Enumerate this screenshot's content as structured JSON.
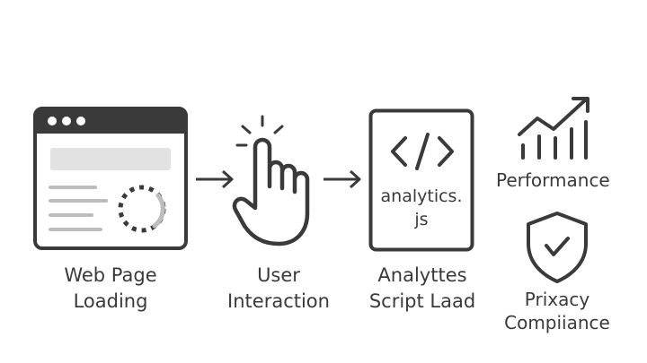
{
  "steps": [
    {
      "lines": [
        "Web Page",
        "Loading"
      ]
    },
    {
      "lines": [
        "User",
        "Interaction"
      ]
    },
    {
      "lines": [
        "Analyttes",
        "Script Laad"
      ]
    }
  ],
  "script_box": {
    "code_glyph": "</>",
    "filename_lines": [
      "analytics.",
      "js"
    ]
  },
  "performance": {
    "label": "Performance"
  },
  "privacy": {
    "lines": [
      "Prixacy",
      "Compiiance"
    ]
  },
  "colors": {
    "stroke": "#3a3a3a",
    "fill_light": "#e6e6e6",
    "text": "#3a3a3a"
  }
}
